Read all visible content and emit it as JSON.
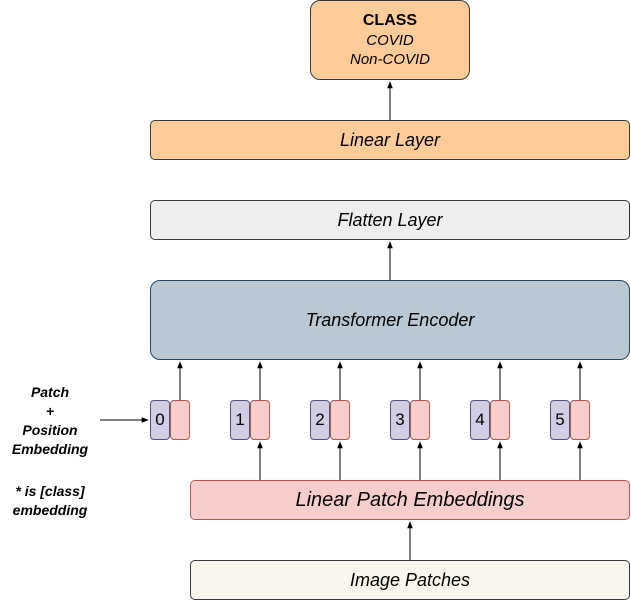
{
  "class_box": {
    "title": "CLASS",
    "option1": "COVID",
    "option2": "Non-COVID"
  },
  "linear_layer": "Linear Layer",
  "flatten_layer": "Flatten Layer",
  "transformer_encoder": "Transformer Encoder",
  "linear_patch_embeddings": "Linear Patch Embeddings",
  "image_patches": "Image Patches",
  "tokens": [
    "0",
    "1",
    "2",
    "3",
    "4",
    "5"
  ],
  "side_label_1": {
    "line1": "Patch",
    "line2": "+",
    "line3": "Position",
    "line4": "Embedding"
  },
  "side_label_2": {
    "line1": "* is [class]",
    "line2": "embedding"
  },
  "colors": {
    "orange": "#ffcc99",
    "gray": "#eeeeee",
    "blue": "#bac8d3",
    "pink": "#f8cecc",
    "purple": "#d0cee2",
    "cream": "#f9f7ed"
  }
}
